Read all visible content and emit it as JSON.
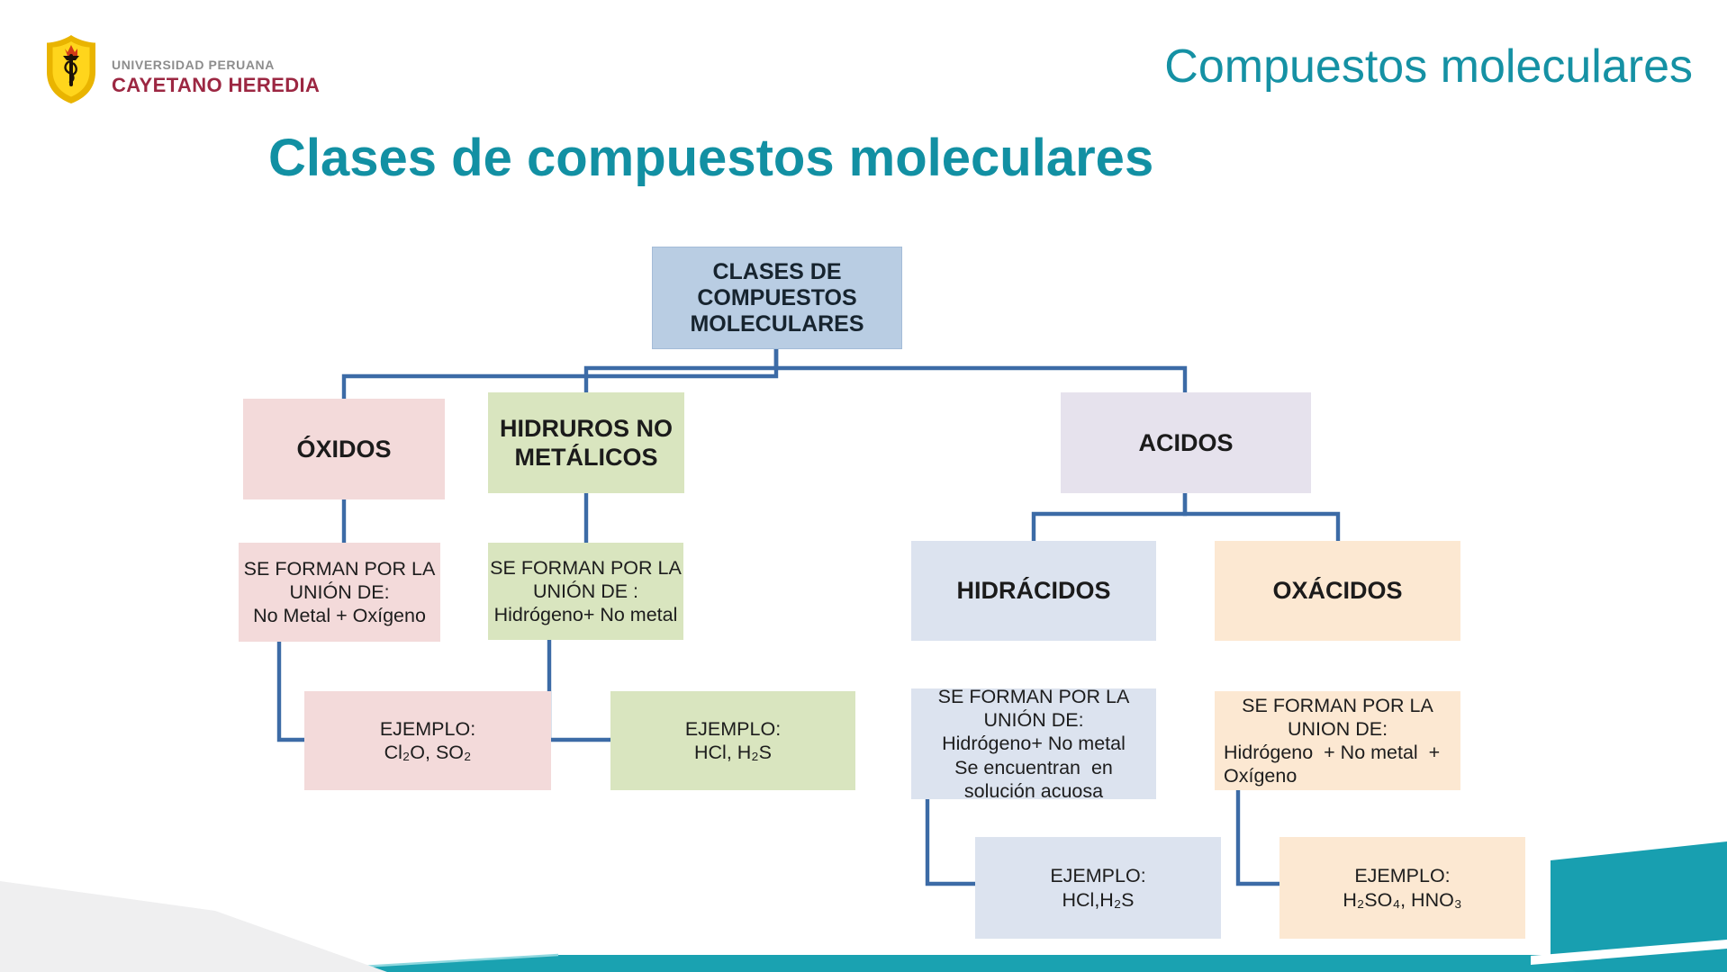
{
  "header": {
    "logo_line1": "UNIVERSIDAD PERUANA",
    "logo_line2": "CAYETANO HEREDIA",
    "topic": "Compuestos moleculares"
  },
  "title": "Clases de compuestos moleculares",
  "flowchart": {
    "root": [
      "CLASES DE",
      "COMPUESTOS",
      "MOLECULARES"
    ],
    "oxidos": {
      "label": "ÓXIDOS",
      "forman": [
        "SE FORMAN POR LA",
        "UNIÓN DE:",
        "No Metal + Oxígeno"
      ],
      "ejemplo": [
        "EJEMPLO:",
        "Cl₂O, SO₂"
      ]
    },
    "hidruros": {
      "label": [
        "HIDRUROS NO",
        "METÁLICOS"
      ],
      "forman": [
        "SE FORMAN POR LA",
        "UNIÓN DE :",
        "Hidrógeno+ No metal"
      ],
      "ejemplo": [
        "EJEMPLO:",
        "HCl, H₂S"
      ]
    },
    "acidos": {
      "label": "ACIDOS"
    },
    "hidracidos": {
      "label": "HIDRÁCIDOS",
      "forman": [
        "SE FORMAN POR LA",
        "UNIÓN DE:",
        "Hidrógeno+ No metal",
        "Se encuentran  en",
        "solución acuosa"
      ],
      "ejemplo": [
        "EJEMPLO:",
        "HCl,H₂S"
      ]
    },
    "oxacidos": {
      "label": "OXÁCIDOS",
      "forman_head": [
        "SE FORMAN POR LA",
        "UNION DE:"
      ],
      "forman_body": [
        "Hidrógeno  + No metal  +",
        "Oxígeno"
      ],
      "ejemplo": [
        "EJEMPLO:",
        "H₂SO₄, HNO₃"
      ]
    }
  },
  "colors": {
    "accent_teal": "#1591a4",
    "title_teal": "#1290a3",
    "connector_blue": "#3c6ba6",
    "root_fill": "#b9cde3",
    "pink_fill": "#f3dada",
    "green_fill": "#d9e5bf",
    "lavender_fill": "#e6e2ed",
    "blue_fill": "#dce3ef",
    "peach_fill": "#fce8d2",
    "bottom_bar": "#1aa2b1",
    "gray_wedge": "#efeff0",
    "logo_maroon": "#9c2742",
    "logo_gold": "#f5c400"
  }
}
